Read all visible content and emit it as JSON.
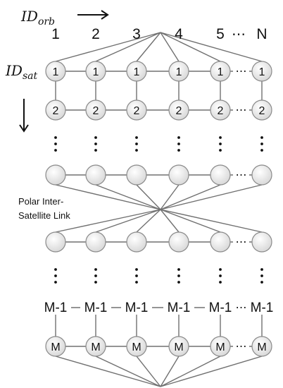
{
  "axis": {
    "orbit_symbol": "ID",
    "orbit_subscript": "orb",
    "sat_symbol": "ID",
    "sat_subscript": "sat"
  },
  "orbits": {
    "labels": [
      "1",
      "2",
      "3",
      "4",
      "5",
      "N"
    ],
    "ellipsis": "⋯"
  },
  "rows": [
    {
      "id": "row-1",
      "node_label": "1"
    },
    {
      "id": "row-2",
      "node_label": "2"
    },
    {
      "id": "row-polar-top",
      "node_label": ""
    },
    {
      "id": "row-polar-bottom",
      "node_label": ""
    },
    {
      "id": "row-m-1",
      "node_label": "M-1"
    },
    {
      "id": "row-m",
      "node_label": "M"
    }
  ],
  "annotation": {
    "polar_link_line1": "Polar Inter-",
    "polar_link_line2": "Satellite Link"
  },
  "ellipsis_symbol": "⋯",
  "colors": {
    "line": "#707070",
    "node_fill": "#e6e6e6",
    "node_stroke": "#8a8a8a",
    "text": "#111111"
  }
}
